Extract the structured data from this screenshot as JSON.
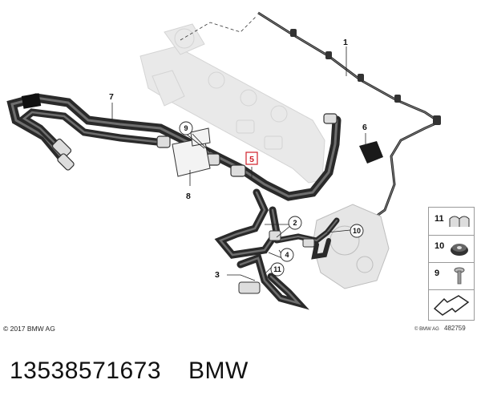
{
  "diagram": {
    "callouts": [
      {
        "id": "1",
        "label": "1"
      },
      {
        "id": "2",
        "label": "2"
      },
      {
        "id": "3",
        "label": "3"
      },
      {
        "id": "4",
        "label": "4"
      },
      {
        "id": "5",
        "label": "5"
      },
      {
        "id": "6",
        "label": "6"
      },
      {
        "id": "7",
        "label": "7"
      },
      {
        "id": "8",
        "label": "8"
      },
      {
        "id": "9",
        "label": "9"
      },
      {
        "id": "10",
        "label": "10"
      },
      {
        "id": "11",
        "label": "11"
      }
    ],
    "highlight_color": "#d0202a"
  },
  "legend": {
    "items": [
      {
        "label": "11",
        "icon": "clip-set-icon"
      },
      {
        "label": "10",
        "icon": "grommet-icon"
      },
      {
        "label": "9",
        "icon": "screw-icon"
      },
      {
        "label": "",
        "icon": "arrow-frame-icon"
      }
    ]
  },
  "footer": {
    "copyright": "© 2017 BMW AG",
    "brand_small": "© BMW AG",
    "diagram_number": "482759"
  },
  "caption": {
    "part_number": "13538571673",
    "brand": "BMW"
  }
}
